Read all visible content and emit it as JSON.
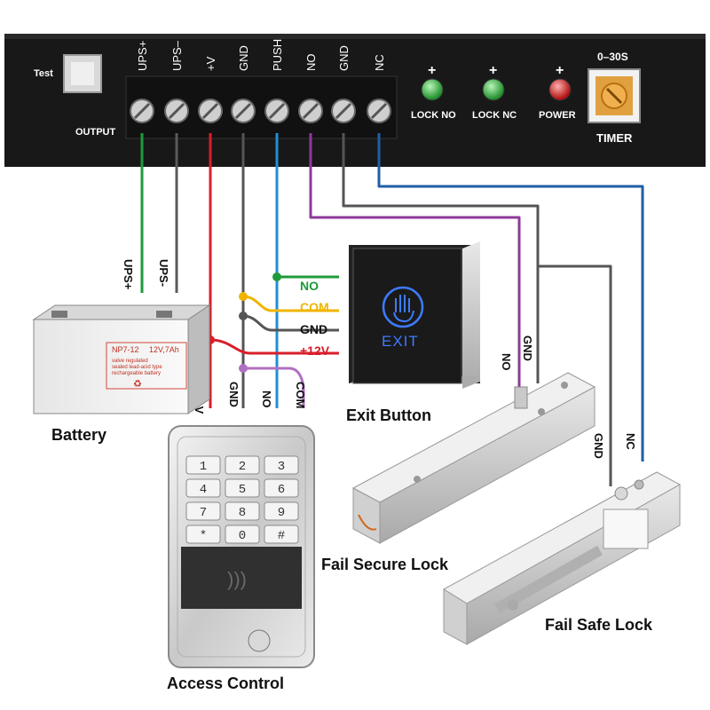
{
  "controller": {
    "test_label": "Test",
    "output_label": "OUTPUT",
    "terminals": [
      "UPS+",
      "UPS–",
      "+V",
      "GND",
      "PUSH",
      "NO",
      "GND",
      "NC"
    ],
    "timer_range": "0–30S",
    "timer_label": "TIMER",
    "indicators": [
      {
        "plus": "+",
        "label": "LOCK NO",
        "color": "#2fae3a"
      },
      {
        "plus": "+",
        "label": "LOCK NC",
        "color": "#2fae3a"
      },
      {
        "plus": "+",
        "label": "POWER",
        "color": "#d62424"
      }
    ]
  },
  "wire_colors": {
    "green": "#1f9a3a",
    "gray": "#555555",
    "red": "#d81e2a",
    "blue": "#1e8fd6",
    "purple": "#8e3a9a",
    "dark_gray": "#555555",
    "navy": "#1f5ea8",
    "yellow": "#f0b400",
    "light_purple": "#b070c0"
  },
  "battery": {
    "wire_labels": [
      "UPS+",
      "UPS-"
    ],
    "model": "NP7-12",
    "rating": "12V,7Ah",
    "text_lines": [
      "valve regulated",
      "sealed lead-acid type",
      "rechargeable battery"
    ],
    "caption": "Battery"
  },
  "exit_button": {
    "bus_labels": [
      {
        "text": "NO",
        "color": "#1f9a3a"
      },
      {
        "text": "COM",
        "color": "#f0b400"
      },
      {
        "text": "GND",
        "color": "#111111"
      },
      {
        "text": "+12V",
        "color": "#d81e2a"
      }
    ],
    "face_text": "EXIT",
    "caption": "Exit Button"
  },
  "access_control": {
    "wire_labels": [
      "+V",
      "GND",
      "NO",
      "COM"
    ],
    "keys": [
      "1",
      "2",
      "3",
      "4",
      "5",
      "6",
      "7",
      "8",
      "9",
      "*",
      "0",
      "#"
    ],
    "caption": "Access Control"
  },
  "fail_secure_lock": {
    "wire_labels": [
      "NO",
      "GND"
    ],
    "caption": "Fail Secure Lock"
  },
  "fail_safe_lock": {
    "wire_labels": [
      "GND",
      "NC"
    ],
    "caption": "Fail Safe Lock"
  }
}
